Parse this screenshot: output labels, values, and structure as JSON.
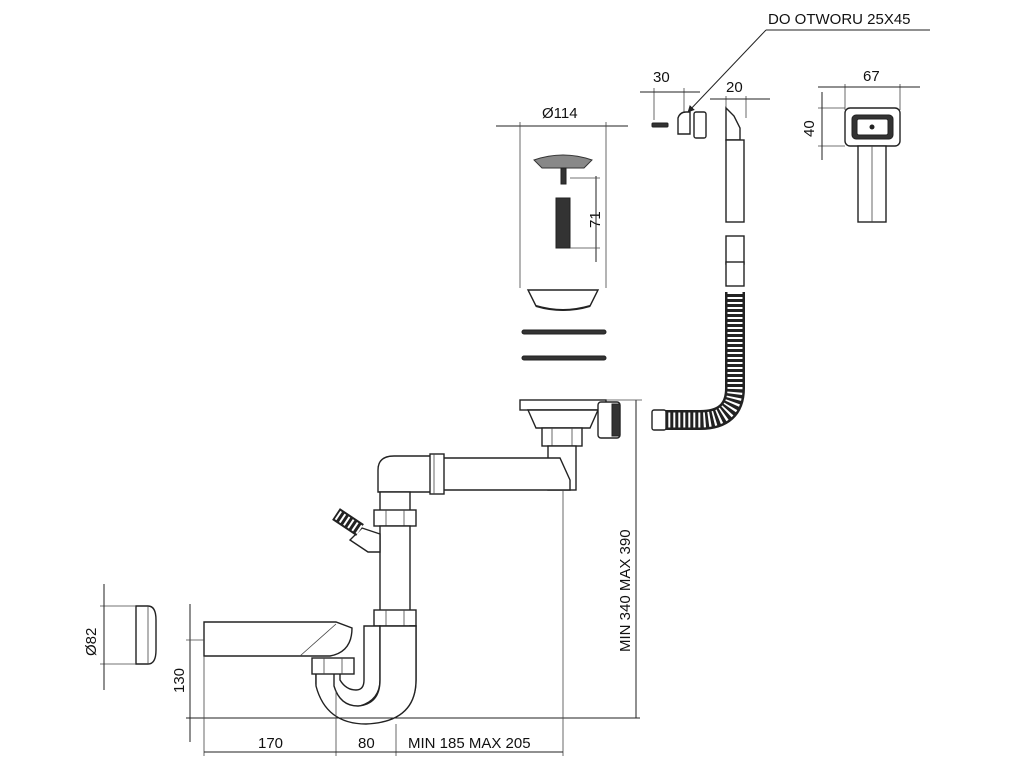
{
  "labels": {
    "hole_note": "DO OTWORU 25X45",
    "dim_30": "30",
    "dim_20": "20",
    "dim_67": "67",
    "dim_40": "40",
    "dim_114": "Ø114",
    "dim_71": "71",
    "dim_82": "Ø82",
    "dim_130": "130",
    "dim_170": "170",
    "dim_80": "80",
    "dim_min185": "MIN 185 MAX 205",
    "dim_min340": "MIN 340 MAX 390"
  }
}
